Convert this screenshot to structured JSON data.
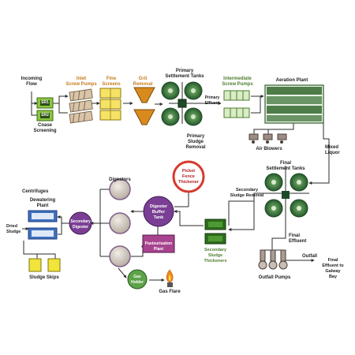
{
  "labels": {
    "incoming_flow": "Incoming\nFlow",
    "sr1": "SR1",
    "sr2": "SR2",
    "coarse_screening": "Coase\nScreening",
    "inlet_screw_pumps": "Inlet\nScrew Pumps",
    "fine_screens": "Fine\nScreens",
    "grit_removal": "Grit\nRemoval",
    "primary_settlement_tanks": "Primary\nSettlement Tanks",
    "primary_effluent": "Primary\nEffluent",
    "primary_sludge_removal": "Primary\nSludge\nRemoval",
    "intermediate_screw_pumps": "Intermediate\nScrew Pumps",
    "aeration_plant": "Aeration Plant",
    "air_blowers": "Air Blowers",
    "mixed_liquor": "Mixed\nLiquor",
    "final_settlement_tanks": "Final\nSettlement Tanks",
    "secondary_sludge_removal": "Secondary\nSludge Removal",
    "final_effluent": "Final\nEffluent",
    "outfall": "Outfall",
    "outfall_pumps": "Outfall Pumps",
    "final_effluent_to_galway_bay": "Final\nEffluent to\nGalway\nBay",
    "picket_fence_thickener": "Picket\nFence\nThickener",
    "digestors": "Digestors",
    "digester_buffer_tank": "Digester\nBuffer\nTank",
    "pasteurisation_plant": "Pasteurisation\nPlant",
    "secondary_sludge_thickeners": "Secondary\nSludge\nThickeners",
    "gas_holder": "Gas\nHolder",
    "gas_flare": "Gas Flare",
    "centrifuges": "Centrifuges",
    "dewatering_plant": "Dewatering\nPlant",
    "dried_sludge": "Dried\nSludge",
    "secondary_digester": "Secondary\nDigester",
    "sludge_skips": "Sludge Skips"
  },
  "colors": {
    "line": "#2b2b2b",
    "screen_green": "#8cc63f",
    "screw_pump": "#d9c4a8",
    "fine_screen": "#f6e264",
    "grit": "#d98a1e",
    "tank_green": "#2f6e3a",
    "aeration": "#4e7d4a",
    "red_ring": "#d63a2e",
    "digestor": "#a8448f",
    "buffer": "#7a3f94",
    "thickener": "#2f6b1e",
    "dewater_blue": "#3f6fbf",
    "skip_yellow": "#f1e43a"
  }
}
